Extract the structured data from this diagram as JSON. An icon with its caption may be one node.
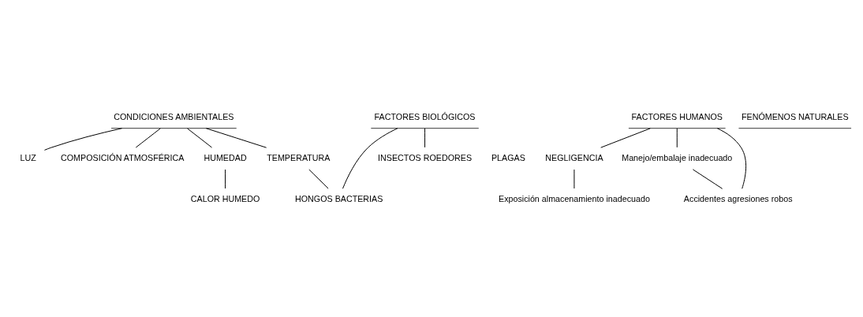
{
  "diagram": {
    "nodes": [
      {
        "text": [
          "CONDICIONES AMBIENTALES"
        ]
      },
      {
        "text": [
          "LUZ"
        ]
      },
      {
        "text": [
          "COMPOSICIÓN ATMOSFÉRICA"
        ]
      },
      {
        "text": [
          "HUMEDAD"
        ]
      },
      {
        "text": [
          "CALOR HUMEDO"
        ]
      },
      {
        "text": [
          "TEMPERATURA"
        ]
      },
      {
        "text": [
          "FACTORES BIOLÓGICOS"
        ]
      },
      {
        "text": [
          "HONGOS BACTERIAS"
        ]
      },
      {
        "text": [
          "INSECTOS ROEDORES"
        ]
      },
      {
        "text": [
          "FACTORES HUMANOS"
        ]
      },
      {
        "text": [
          "NEGLIGENCIA"
        ]
      },
      {
        "text": [
          "Exposición almacenamiento inadecuado"
        ]
      },
      {
        "text": [
          "Manejo/embalaje inadecuado"
        ]
      },
      {
        "text": [
          "Accidentes agresiones robos"
        ]
      }
    ],
    "edges": [
      {
        "from": 0,
        "to": 1,
        "arrow": "none"
      },
      {
        "from": 0,
        "to": 2,
        "arrow": "none"
      },
      {
        "from": 0,
        "to": 3,
        "arrow": "none"
      },
      {
        "from": 3,
        "to": 4,
        "arrow": "none"
      },
      {
        "from": 0,
        "to": 5,
        "arrow": "none"
      },
      {
        "from": 5,
        "to": 7,
        "arrow": "none"
      },
      {
        "from": 6,
        "to": 7,
        "arrow": "none"
      },
      {
        "from": 6,
        "to": 8,
        "arrow": "none"
      },
      {
        "from": 9,
        "to": 10,
        "arrow": "none"
      },
      {
        "from": 10,
        "to": 11,
        "arrow": "none"
      },
      {
        "from": 9,
        "to": 12,
        "arrow": "none"
      },
      {
        "from": 9,
        "to": 13,
        "arrow": "none"
      },
      {
        "from": 12,
        "to": 13,
        "arrow": "none"
      }
    ],
    "labels": [
      "FENÓMENOS NATURALES",
      "PLAGAS"
    ]
  }
}
